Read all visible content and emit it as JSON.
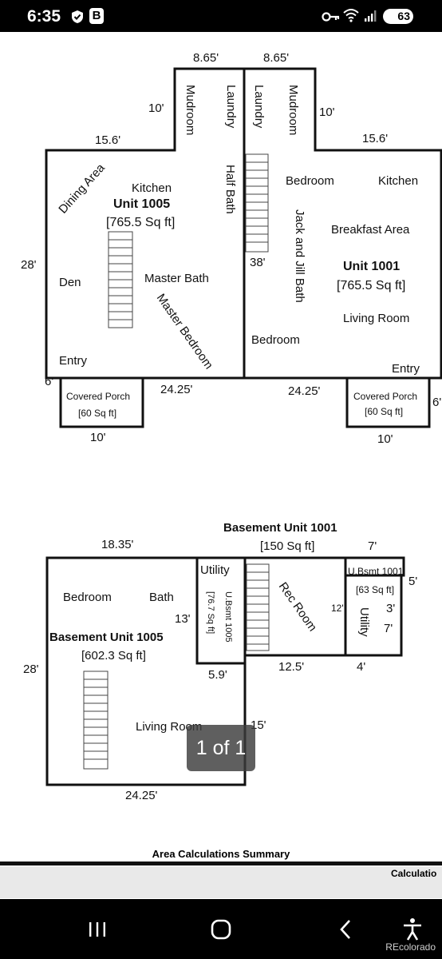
{
  "status_bar": {
    "time": "6:35",
    "badge_letter": "B",
    "battery": "63",
    "icons": [
      "shield-check-icon",
      "key-icon",
      "wifi-icon",
      "signal-icon",
      "battery-icon"
    ]
  },
  "plan": {
    "top_dims": {
      "left_mudroom_width": "8.65'",
      "right_mudroom_width": "8.65'",
      "left_wing_depth": "10'",
      "right_wing_depth": "10'",
      "left_top_width": "15.6'",
      "right_top_width": "15.6'",
      "height": "28'",
      "stair": "38'",
      "left_bottom": "24.25'",
      "right_bottom": "24.25'",
      "left_porch_depth": "6'",
      "right_porch_depth": "6'",
      "left_porch_width": "10'",
      "right_porch_width": "10'"
    },
    "unit_1005": {
      "name": "Unit 1005",
      "area": "[765.5 Sq ft]",
      "rooms": {
        "dining": "Dining Area",
        "kitchen": "Kitchen",
        "den": "Den",
        "master_bath": "Master Bath",
        "master_bedroom": "Master Bedroom",
        "entry": "Entry",
        "mudroom": "Mudroom",
        "laundry": "Laundry",
        "half_bath": "Half Bath"
      },
      "porch": "Covered Porch",
      "porch_area": "[60 Sq ft]"
    },
    "unit_1001": {
      "name": "Unit 1001",
      "area": "[765.5 Sq ft]",
      "rooms": {
        "laundry": "Laundry",
        "mudroom": "Mudroom",
        "bedroom1": "Bedroom",
        "kitchen": "Kitchen",
        "jack_jill": "Jack and Jill Bath",
        "breakfast": "Breakfast Area",
        "living": "Living Room",
        "bedroom2": "Bedroom",
        "entry": "Entry"
      },
      "porch": "Covered Porch",
      "porch_area": "[60 Sq ft]"
    },
    "basement": {
      "title_1001": "Basement Unit 1001",
      "area_1001": "[150 Sq ft]",
      "width_left": "18.35'",
      "width_right": "7'",
      "ubsmt_1001": "U.Bsmt 1001",
      "ubsmt_1001_area": "[63 Sq ft]",
      "dim_5": "5'",
      "dim_3": "3'",
      "dim_7": "7'",
      "dim_12": "12'",
      "utility_right": "Utility",
      "rec_room": "Rec Room",
      "dim_125": "12.5'",
      "dim_4": "4'",
      "utility_left": "Utility",
      "ubsmt_1005": "U.Bsmt 1005",
      "ubsmt_1005_area": "[76.7 Sq ft]",
      "dim_13": "13'",
      "dim_59": "5.9'",
      "bedroom": "Bedroom",
      "bath": "Bath",
      "title_1005": "Basement Unit 1005",
      "area_1005": "[602.3 Sq ft]",
      "height": "28'",
      "living": "Living Room",
      "dim_15": "15'",
      "bottom": "24.25'"
    }
  },
  "pager": "1 of 1",
  "summary_title": "Area Calculations Summary",
  "calc_label": "Calculatio",
  "nav": {
    "recents": "recents-icon",
    "home": "home-icon",
    "back": "back-icon",
    "accessibility": "accessibility-icon"
  },
  "watermark": "REcolorado"
}
